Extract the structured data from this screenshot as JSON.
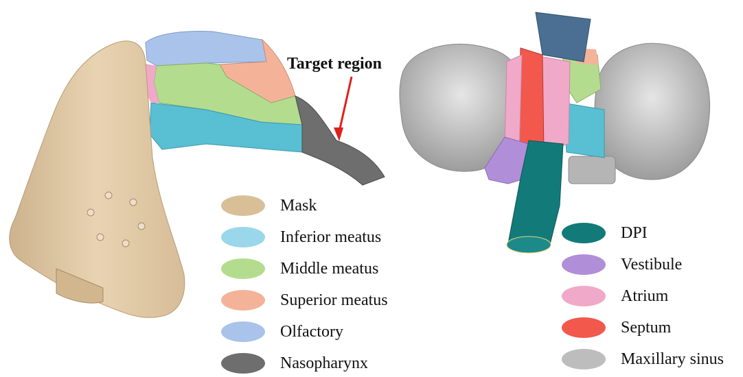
{
  "annotation": {
    "text": "Target region",
    "arrow_color": "#e0201c"
  },
  "left_legend": [
    {
      "label": "Mask",
      "color": "#d9bf98"
    },
    {
      "label": "Inferior meatus",
      "color": "#9ad7ea"
    },
    {
      "label": "Middle meatus",
      "color": "#b4dc8e"
    },
    {
      "label": "Superior meatus",
      "color": "#f4b399"
    },
    {
      "label": "Olfactory",
      "color": "#a9c3ea"
    },
    {
      "label": "Nasopharynx",
      "color": "#6e6e6e"
    }
  ],
  "right_legend": [
    {
      "label": "DPI",
      "color": "#137a7a"
    },
    {
      "label": "Vestibule",
      "color": "#b08fd8"
    },
    {
      "label": "Atrium",
      "color": "#f0a9c8"
    },
    {
      "label": "Septum",
      "color": "#f2584c"
    },
    {
      "label": "Maxillary sinus",
      "color": "#bdbdbd"
    }
  ]
}
